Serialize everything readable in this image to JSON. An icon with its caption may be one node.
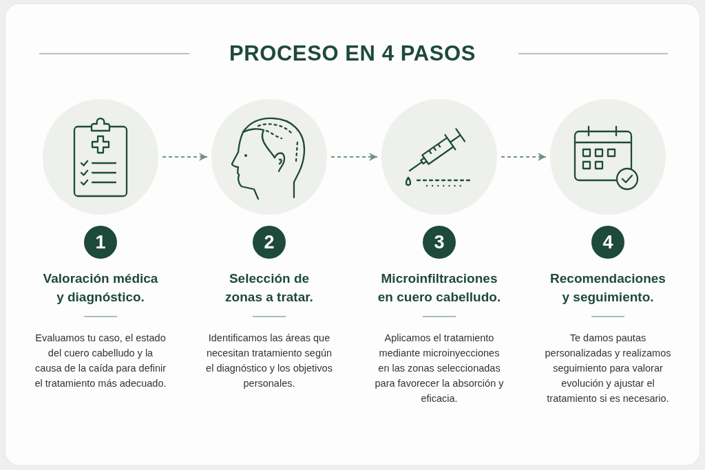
{
  "diagram": {
    "title": "PROCESO EN 4 PASOS",
    "nodes": [
      {
        "text": [],
        "shape": "circle"
      },
      {
        "text": [
          "1"
        ],
        "beside": [
          "Valoración médica y diagnóstico.",
          "Evaluamos tu caso, el estado del cuero cabelludo y la causa de la caída para definir el tratamiento más adecuado."
        ]
      },
      {
        "text": [],
        "shape": "circle"
      },
      {
        "text": [
          "2"
        ],
        "beside": [
          "Selección de zonas a tratar.",
          "Identificamos las áreas que necesitan tratamiento según el diagnóstico y los objetivos personales."
        ]
      },
      {
        "text": [],
        "shape": "circle"
      },
      {
        "text": [
          "3"
        ],
        "beside": [
          "Microinfiltraciones en cuero cabelludo.",
          "Aplicamos el tratamiento mediante microinyecciones en las zonas seleccionadas para favorecer la absorción y eficacia."
        ]
      },
      {
        "text": [],
        "shape": "circle"
      },
      {
        "text": [
          "4"
        ],
        "beside": [
          "Recomendaciones y seguimiento.",
          "Te damos pautas personalizadas y realizamos seguimiento para valorar evolución y ajustar el tratamiento si es necesario."
        ]
      }
    ],
    "edges": [
      {
        "from": 0,
        "to": 2,
        "arrow": "to",
        "style": "dashed"
      },
      {
        "from": 2,
        "to": 4,
        "arrow": "to",
        "style": "dashed"
      },
      {
        "from": 4,
        "to": 6,
        "arrow": "to",
        "style": "dashed"
      }
    ]
  }
}
